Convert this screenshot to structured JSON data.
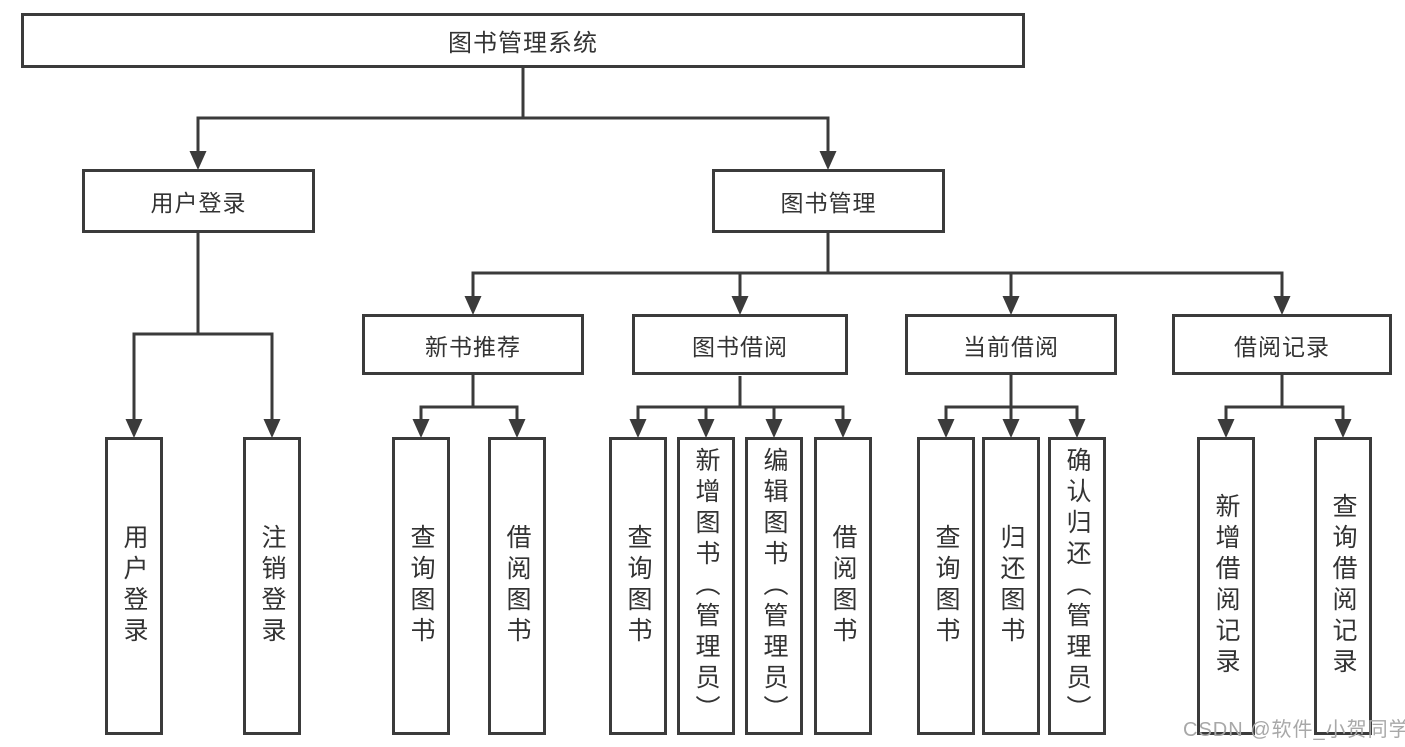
{
  "tree": {
    "label": "图书管理系统",
    "children": [
      {
        "label": "用户登录",
        "children": [
          {
            "label": "用户登录"
          },
          {
            "label": "注销登录"
          }
        ]
      },
      {
        "label": "图书管理",
        "children": [
          {
            "label": "新书推荐",
            "children": [
              {
                "label": "查询图书"
              },
              {
                "label": "借阅图书"
              }
            ]
          },
          {
            "label": "图书借阅",
            "children": [
              {
                "label": "查询图书"
              },
              {
                "label": "新增图书（管理员）"
              },
              {
                "label": "编辑图书（管理员）"
              },
              {
                "label": "借阅图书"
              }
            ]
          },
          {
            "label": "当前借阅",
            "children": [
              {
                "label": "查询图书"
              },
              {
                "label": "归还图书"
              },
              {
                "label": "确认归还（管理员）"
              }
            ]
          },
          {
            "label": "借阅记录",
            "children": [
              {
                "label": "新增借阅记录"
              },
              {
                "label": "查询借阅记录"
              }
            ]
          }
        ]
      }
    ]
  },
  "watermark": "CSDN @软件_小贺同学",
  "colors": {
    "line": "#3b3b3b",
    "box_border": "#3b3b3b",
    "text": "#333333",
    "watermark": "#a8a8a8",
    "background": "#ffffff"
  }
}
